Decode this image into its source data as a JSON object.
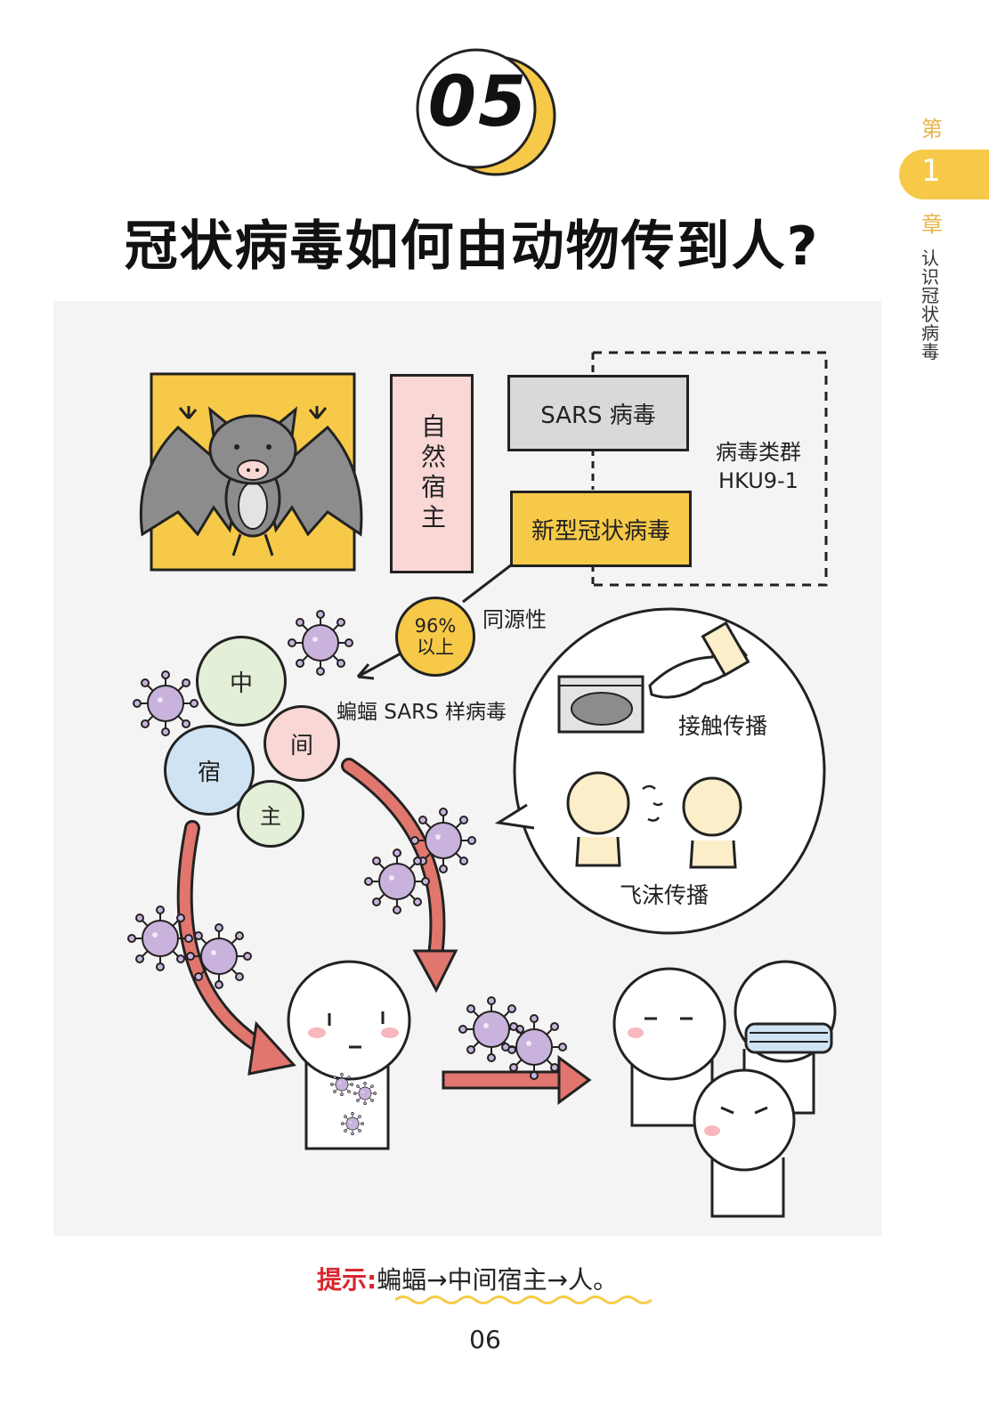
{
  "header": {
    "number": "05",
    "title": "冠状病毒如何由动物传到人?"
  },
  "chapter": {
    "di": "第",
    "number": "1",
    "zhang": "章",
    "name": "认识冠状病毒"
  },
  "diagram": {
    "natural_host": "自然宿主",
    "sars_virus": "SARS 病毒",
    "novel_coronavirus": "新型冠状病毒",
    "virus_group": "病毒类群",
    "virus_group_id": "HKU9-1",
    "homology_line1": "96%",
    "homology_line2": "以上",
    "homology_label": "同源性",
    "bat_sars_like": "蝙蝠 SARS 样病毒",
    "intermediate_host": [
      "中",
      "间",
      "宿",
      "主"
    ],
    "contact_transmission": "接触传播",
    "droplet_transmission": "飞沫传播"
  },
  "footer": {
    "hint_label": "提示:",
    "hint_text": "蝙蝠→中间宿主→人。",
    "page_number": "06"
  },
  "colors": {
    "accent_yellow": "#f6c948",
    "pink": "#f9d7d5",
    "gray_box": "#d9d9d9",
    "arrow_red": "#e0766d",
    "virus_purple": "#c9b3dd",
    "hint_red": "#d9262e"
  }
}
